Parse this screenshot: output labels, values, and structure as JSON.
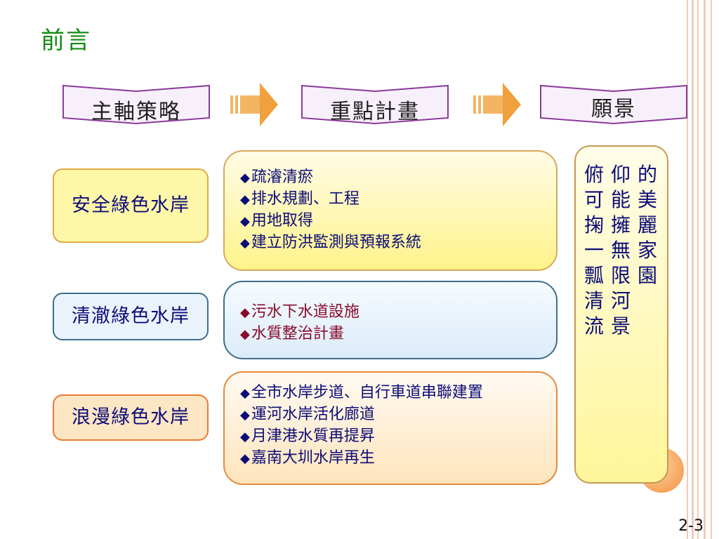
{
  "slide": {
    "title": "前言",
    "page_number": "2-3"
  },
  "headers": {
    "strategy": "主軸策略",
    "plan": "重點計畫",
    "vision": "願景"
  },
  "rows": [
    {
      "label": "安全綠色水岸",
      "items": [
        "疏濬清瘀",
        "排水規劃、工程",
        "用地取得",
        "建立防洪監測與預報系統"
      ]
    },
    {
      "label": "清澈綠色水岸",
      "items": [
        "污水下水道設施",
        "水質整治計畫"
      ]
    },
    {
      "label": "浪漫綠色水岸",
      "items": [
        "全市水岸步道、自行車道串聯建置",
        "運河水岸活化廊道",
        "月津港水質再提昇",
        "嘉南大圳水岸再生"
      ]
    }
  ],
  "vision_columns": [
    "的美麗家園",
    "仰能擁無限河景",
    "俯可掬一瓢清流"
  ],
  "bullet_glyph": "◆",
  "colors": {
    "title_green": "#138a13",
    "text_navy": "#0c0c78",
    "text_maroon": "#8a0a2a",
    "arrow_orange": "#f0a03c"
  }
}
